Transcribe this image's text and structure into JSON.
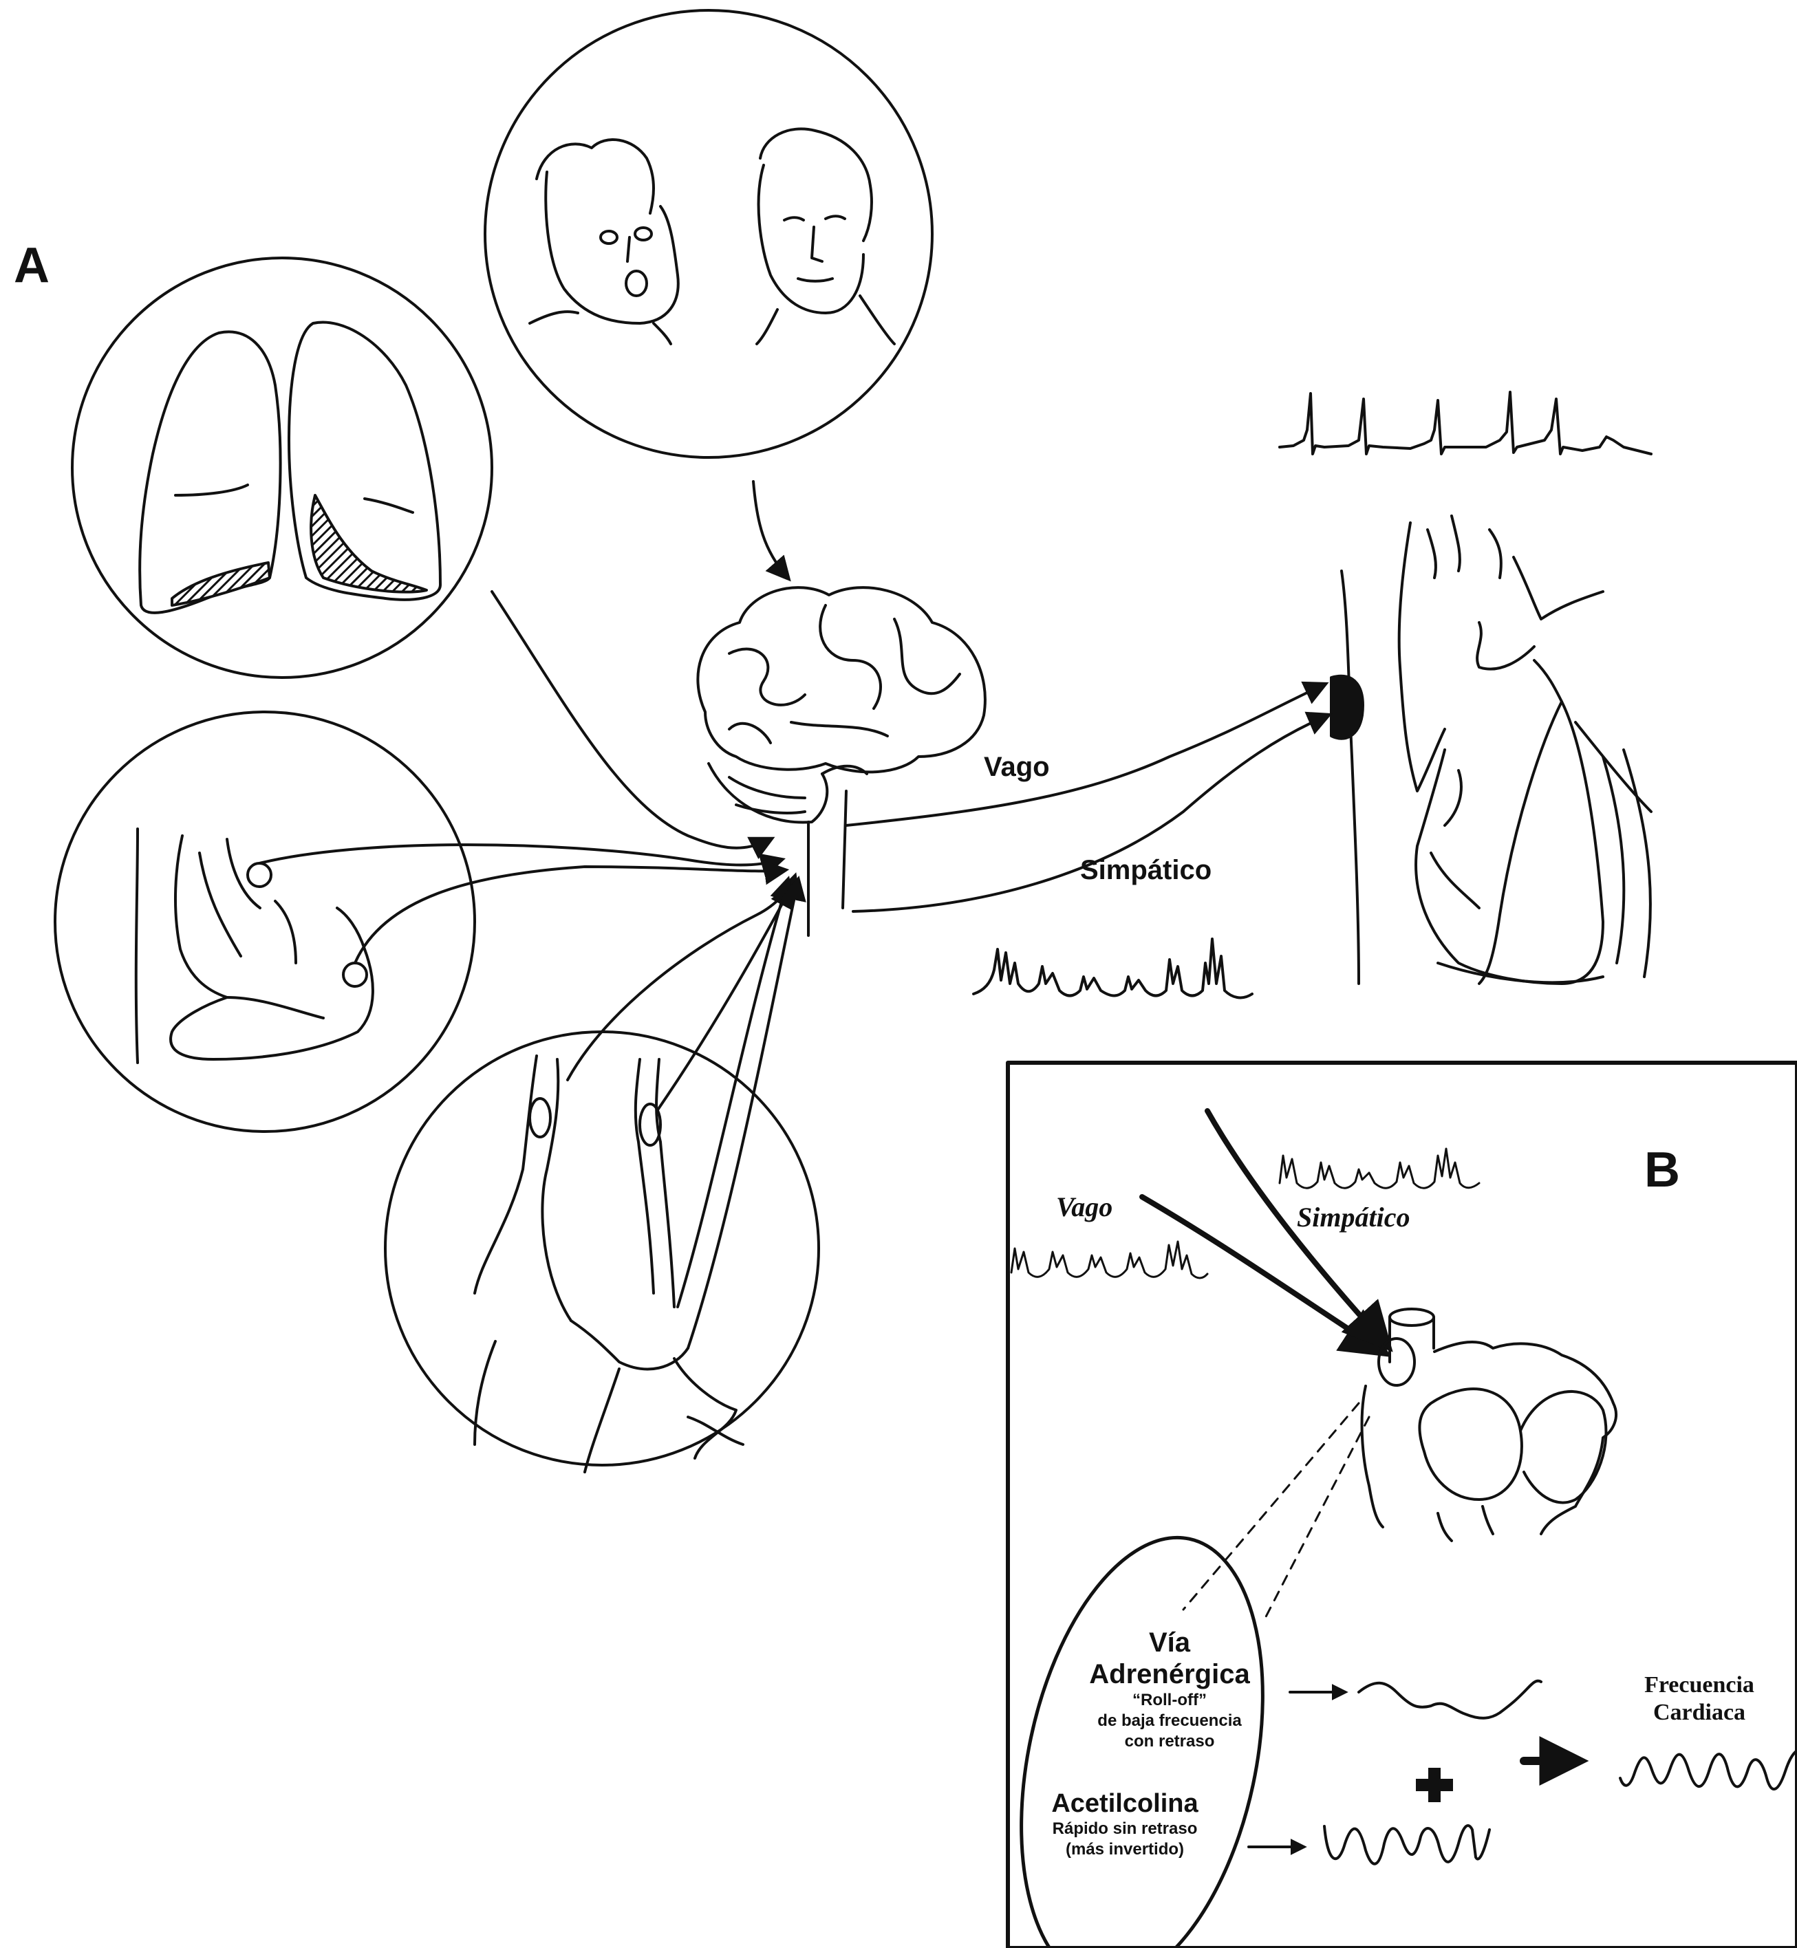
{
  "panel_a": {
    "label": "A",
    "nerves": {
      "vagus": "Vago",
      "sympathetic": "Simpático"
    }
  },
  "panel_b": {
    "label": "B",
    "nerves": {
      "vagus": "Vago",
      "sympathetic": "Simpático"
    },
    "adrenergic": {
      "line1": "Vía",
      "line2": "Adrenérgica",
      "line3": "“Roll-off”",
      "line4": "de baja frecuencia",
      "line5": "con retraso"
    },
    "acetylcholine": {
      "line1": "Acetilcolina",
      "line2": "Rápido sin retraso",
      "line3": "(más invertido)"
    },
    "plus": "+",
    "output": {
      "line1": "Frecuencia",
      "line2": "Cardiaca"
    }
  }
}
